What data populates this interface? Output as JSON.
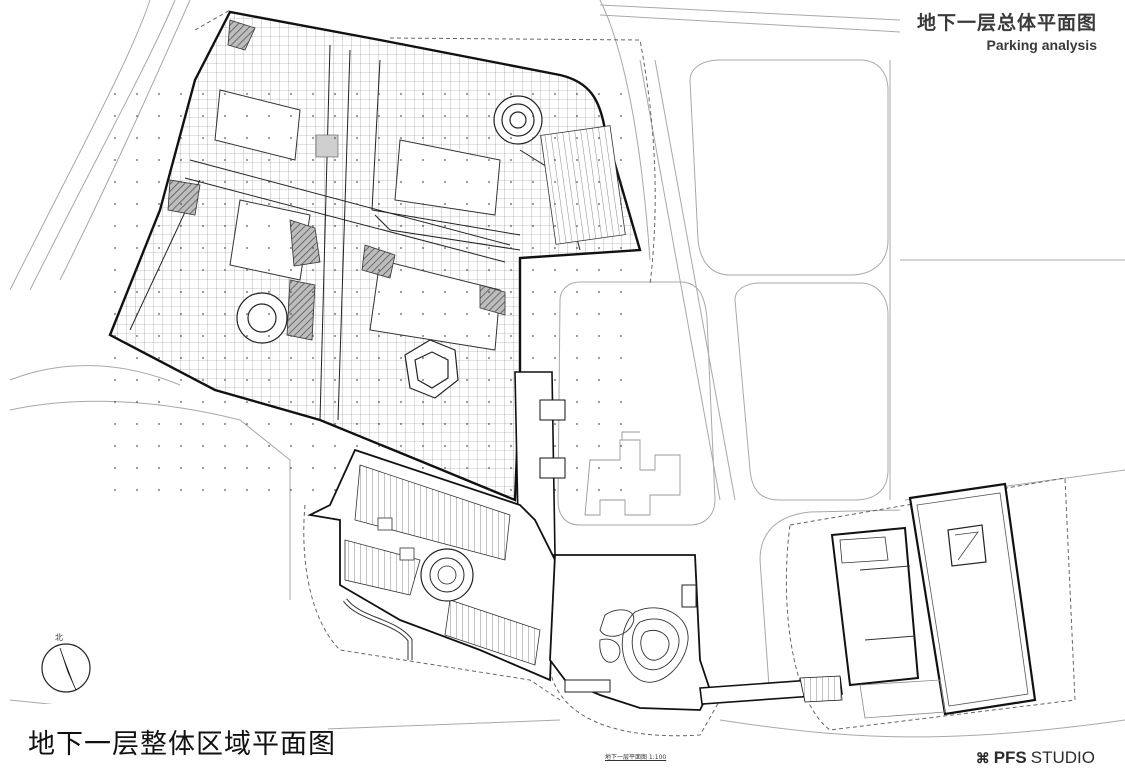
{
  "header": {
    "title_cn": "地下一层总体平面图",
    "title_en": "Parking analysis"
  },
  "plan": {
    "caption": "地下一层整体区域平面图",
    "scale_note": "地下一层平面图 1:100",
    "north_label": "北"
  },
  "brand": {
    "mark": "⌘",
    "name_bold": "PFS",
    "name_light": "STUDIO"
  },
  "colors": {
    "linework": "#1a1a1a",
    "light_linework": "#9a9a9a",
    "hatch": "#6e6e6e",
    "background": "#ffffff"
  }
}
